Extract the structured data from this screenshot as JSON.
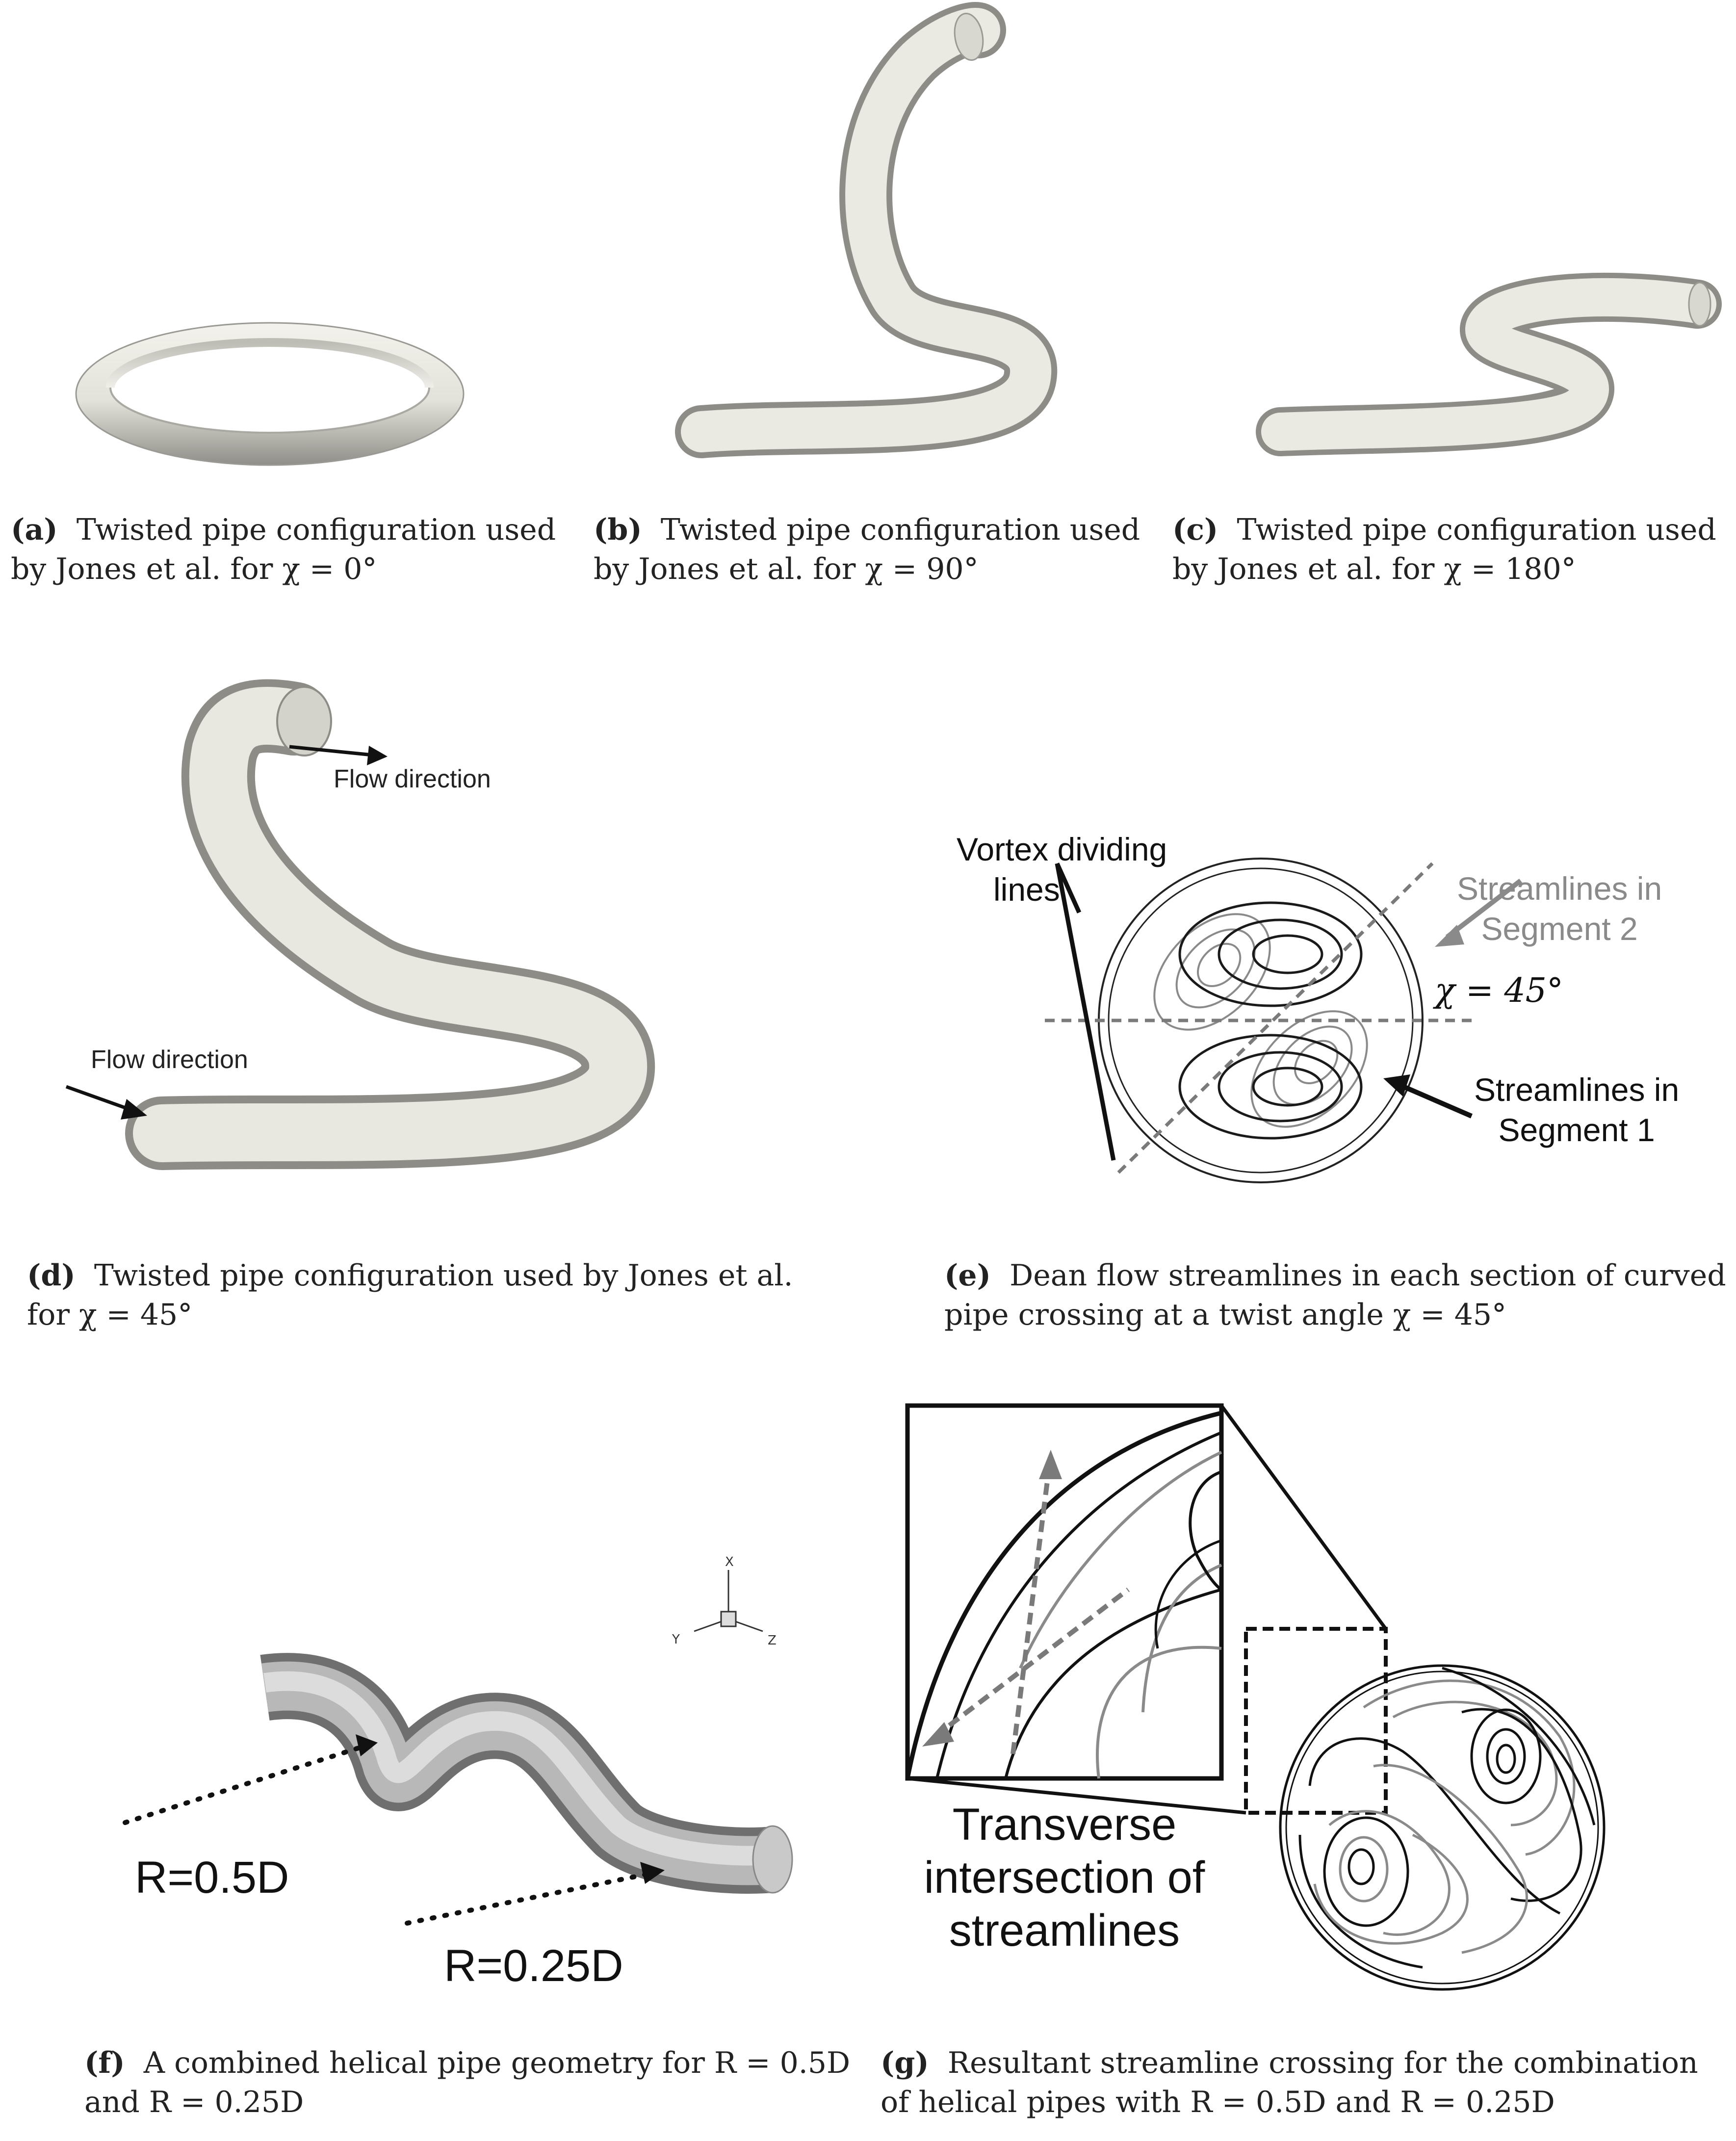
{
  "captions": {
    "a": {
      "letter": "(a)",
      "line1": "Twisted pipe configuration used",
      "line2": "by Jones et al. for χ = 0°"
    },
    "b": {
      "letter": "(b)",
      "line1": "Twisted pipe configuration used",
      "line2": "by Jones et al. for χ = 90°"
    },
    "c": {
      "letter": "(c)",
      "line1": "Twisted pipe configuration used",
      "line2": "by Jones et al. for χ = 180°"
    },
    "d": {
      "letter": "(d)",
      "line1": "Twisted pipe configuration used by Jones et al.",
      "line2": "for χ = 45°"
    },
    "e": {
      "letter": "(e)",
      "line1": "Dean flow streamlines in each section of curved",
      "line2": "pipe crossing at a twist angle χ = 45°"
    },
    "f": {
      "letter": "(f)",
      "line1": "A combined helical pipe geometry for R = 0.5D",
      "line2": "and R = 0.25D"
    },
    "g": {
      "letter": "(g)",
      "line1": "Resultant streamline crossing for the combination",
      "line2": "of helical pipes with R = 0.5D and R = 0.25D"
    }
  },
  "panel_d": {
    "flow_top": "Flow direction",
    "flow_bottom": "Flow direction"
  },
  "panel_e": {
    "vortex_label_1": "Vortex dividing",
    "vortex_label_2": "lines",
    "seg2_label_1": "Streamlines in",
    "seg2_label_2": "Segment 2",
    "angle_label": "χ = 45°",
    "seg1_label_1": "Streamlines in",
    "seg1_label_2": "Segment 1"
  },
  "panel_f": {
    "axis_x": "X",
    "axis_y": "Y",
    "axis_z": "Z",
    "r1": "R=0.5D",
    "r2": "R=0.25D"
  },
  "panel_g": {
    "line1": "Transverse",
    "line2": "intersection of",
    "line3": "streamlines"
  },
  "colors": {
    "pipe_light": "#ecebe4",
    "pipe_dark": "#8d8c86",
    "segment2_gray": "#8a8a8a",
    "segment1_black": "#1a1a1a",
    "dashed_gray": "#7a7a7a"
  }
}
